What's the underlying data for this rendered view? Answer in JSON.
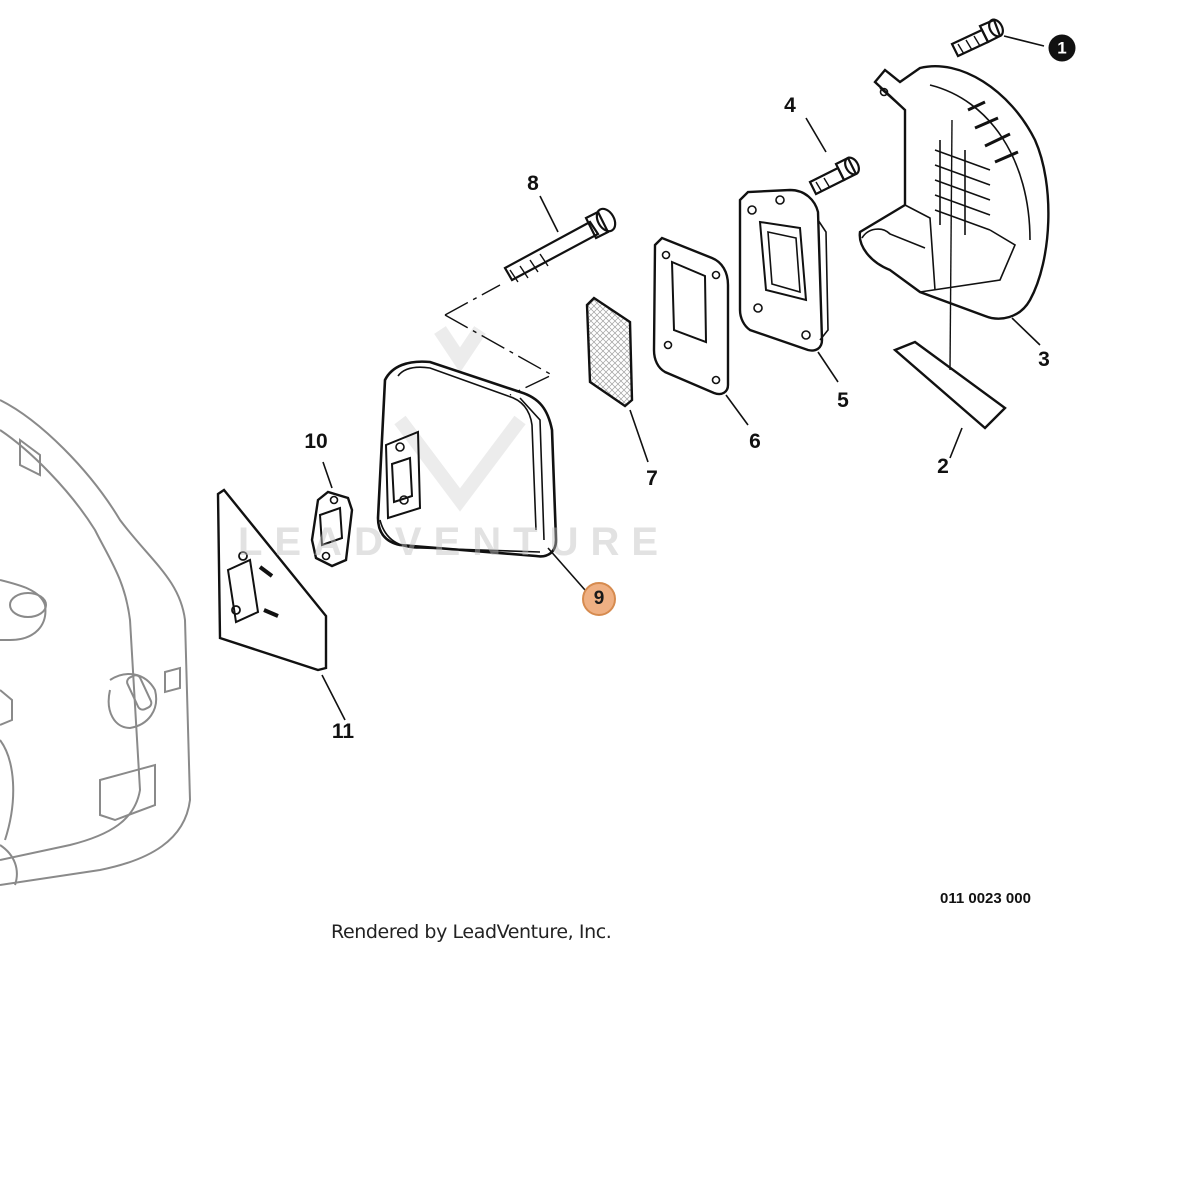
{
  "diagram": {
    "callouts": [
      {
        "id": "1",
        "label": "1",
        "style": "dark"
      },
      {
        "id": "2",
        "label": "2"
      },
      {
        "id": "3",
        "label": "3"
      },
      {
        "id": "4",
        "label": "4"
      },
      {
        "id": "5",
        "label": "5"
      },
      {
        "id": "6",
        "label": "6"
      },
      {
        "id": "7",
        "label": "7"
      },
      {
        "id": "8",
        "label": "8"
      },
      {
        "id": "9",
        "label": "9",
        "style": "highlighted"
      },
      {
        "id": "10",
        "label": "10"
      },
      {
        "id": "11",
        "label": "11"
      }
    ],
    "part_code": "011 0023 000",
    "credit": "Rendered by LeadVenture, Inc.",
    "watermark": "LEADVENTURE"
  },
  "colors": {
    "line": "#111111",
    "faded_line": "#8a8a8a",
    "highlight_fill": "#efb083",
    "highlight_border": "#d68b4f"
  }
}
